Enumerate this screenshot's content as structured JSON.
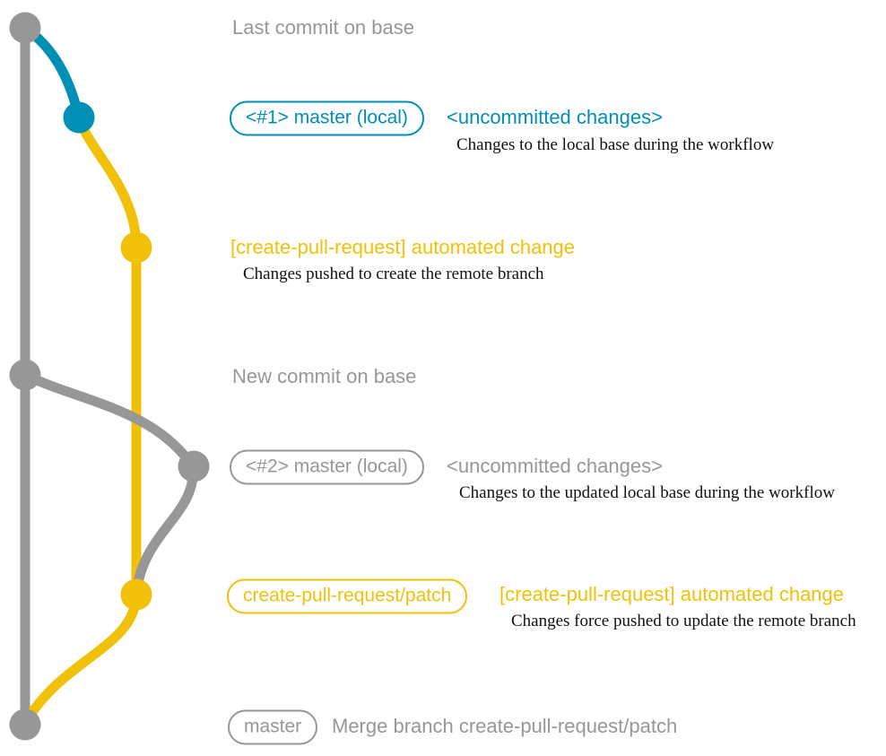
{
  "colors": {
    "gray": "#979797",
    "blue": "#008fb5",
    "yellow": "#f1c109",
    "ink": "#111111",
    "bg": "#ffffff"
  },
  "graph": {
    "commit_dots": [
      {
        "name": "last-commit-on-base",
        "color": "gray"
      },
      {
        "name": "master-local-1",
        "color": "blue"
      },
      {
        "name": "create-pull-request-push",
        "color": "yellow"
      },
      {
        "name": "new-commit-on-base",
        "color": "gray"
      },
      {
        "name": "master-local-2",
        "color": "gray"
      },
      {
        "name": "create-pull-request-force-push",
        "color": "yellow"
      },
      {
        "name": "merge-commit",
        "color": "gray"
      }
    ]
  },
  "labels": {
    "last_commit_title": "Last commit on base",
    "branch1_badge": "<#1> master (local)",
    "branch1_message": "<uncommitted changes>",
    "branch1_note": "Changes to the local base during the workflow",
    "push1_message": "[create-pull-request] automated change",
    "push1_note": "Changes pushed to create the remote branch",
    "new_commit_title": "New commit on base",
    "branch2_badge": "<#2> master (local)",
    "branch2_message": "<uncommitted changes>",
    "branch2_note": "Changes to the updated local base during the workflow",
    "patch_badge": "create-pull-request/patch",
    "push2_message": "[create-pull-request] automated change",
    "push2_note": "Changes force pushed to update the remote branch",
    "master_badge": "master",
    "merge_message": "Merge branch create-pull-request/patch"
  }
}
